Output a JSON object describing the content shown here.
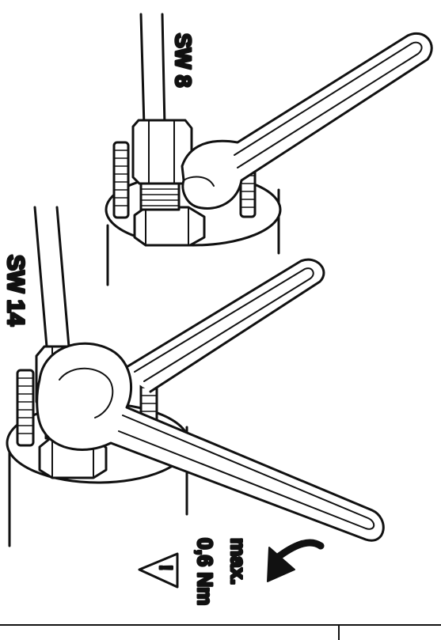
{
  "figure": {
    "labels": {
      "wrench_small": "SW 8",
      "wrench_large": "SW 14",
      "torque_line1": "max.",
      "torque_line2": "0,6 Nm",
      "warning_symbol": "!"
    },
    "icons": {
      "warning": "warning-triangle-icon",
      "direction": "curved-arrow-icon"
    },
    "colors": {
      "ink": "#111111",
      "paper": "#ffffff"
    }
  }
}
